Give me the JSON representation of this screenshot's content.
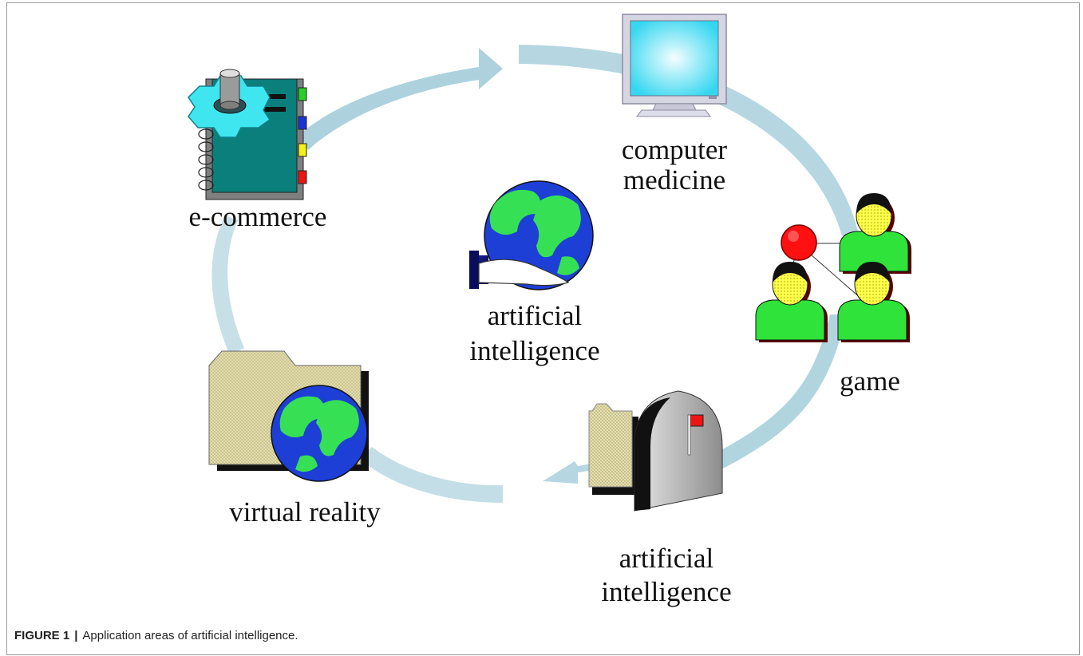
{
  "labels": {
    "ecommerce": "e-commerce",
    "medicine_1": "computer",
    "medicine_2": "medicine",
    "center_1": "artificial",
    "center_2": "intelligence",
    "game": "game",
    "bottom_1": "artificial",
    "bottom_2": "intelligence",
    "vr": "virtual reality"
  },
  "caption": {
    "tag": "FIGURE 1",
    "separator": "|",
    "text": "Application areas of artificial intelligence."
  },
  "colors": {
    "arrow": "#a9d0dc",
    "globe_ocean": "#1d3fd6",
    "globe_land": "#36e055",
    "monitor_screen": "#35d7f0",
    "person": "#2fe33a",
    "node": "#ff1111",
    "notebook": "#0a7f7c",
    "gear": "#3fe6f0"
  },
  "icons": {
    "ecommerce": "notebook-gear-icon",
    "medicine": "monitor-icon",
    "center": "globe-in-hand-icon",
    "game": "network-people-icon",
    "bottom": "mailbox-folder-icon",
    "vr": "folder-globe-icon"
  }
}
